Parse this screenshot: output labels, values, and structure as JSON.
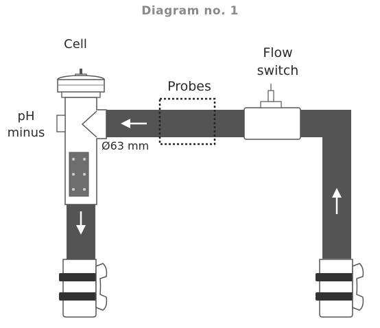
{
  "diagram": {
    "title": "Diagram no. 1",
    "labels": {
      "cell": "Cell",
      "probes": "Probes",
      "flow_switch_line1": "Flow",
      "flow_switch_line2": "switch",
      "ph_line1": "pH",
      "ph_line2": "minus",
      "pipe_diameter": "Ø63 mm"
    },
    "colors": {
      "pipe": "#545454",
      "fitting": "#ffffff",
      "outline": "#444444",
      "clamp": "#333333",
      "title": "#8a8a8a"
    }
  }
}
